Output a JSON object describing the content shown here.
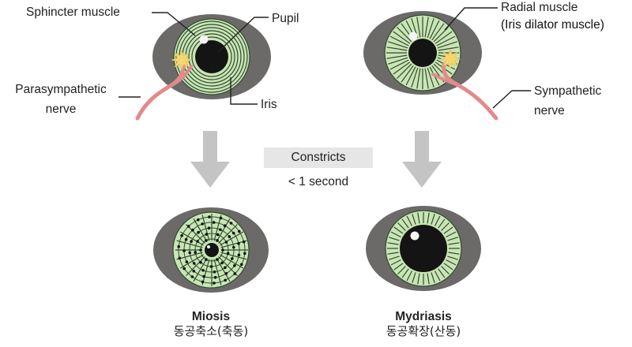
{
  "labels": {
    "sphincter_muscle": "Sphincter muscle",
    "pupil": "Pupil",
    "iris": "Iris",
    "parasympathetic_line1": "Parasympathetic",
    "parasympathetic_line2": "nerve",
    "radial_muscle": "Radial muscle",
    "iris_dilator": "(Iris dilator muscle)",
    "sympathetic_line1": "Sympathetic",
    "sympathetic_line2": "nerve"
  },
  "center": {
    "constricts": "Constricts",
    "duration": "< 1 second"
  },
  "captions": {
    "miosis": "Miosis",
    "miosis_korean": "동공축소(축동)",
    "mydriasis": "Mydriasis",
    "mydriasis_korean": "동공확장(산동)"
  },
  "colors": {
    "sclera": "#6b6a68",
    "iris_fill": "#c9e5b6",
    "iris_line": "#2f4a2c",
    "pupil": "#141414",
    "nerve": "#e28a8c",
    "synapse": "#f5d770",
    "arrow": "#c4c4c4",
    "badge": "#e6e6e6"
  }
}
